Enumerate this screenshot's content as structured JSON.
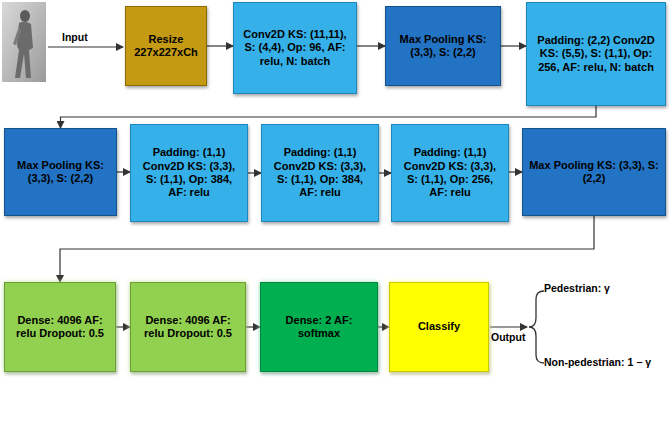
{
  "diagram": {
    "nodes": [
      {
        "text": [
          "Resize 227x227xCh"
        ]
      },
      {
        "text": [
          "Conv2D KS: (11,11), S: (4,4), Op: 96, AF: relu, N: batch"
        ]
      },
      {
        "text": [
          "Max Pooling KS: (3,3), S: (2,2)"
        ]
      },
      {
        "text": [
          "Padding: (2,2) Conv2D KS: (5,5), S: (1,1), Op: 256, AF: relu, N: batch"
        ]
      },
      {
        "text": [
          "Max Pooling KS: (3,3), S: (2,2)"
        ]
      },
      {
        "text": [
          "Padding: (1,1) Conv2D KS: (3,3), S: (1,1), Op: 384, AF: relu"
        ]
      },
      {
        "text": [
          "Padding: (1,1) Conv2D KS: (3,3), S: (1,1), Op: 384, AF: relu"
        ]
      },
      {
        "text": [
          "Padding: (1,1) Conv2D KS: (3,3), S: (1,1), Op: 256, AF: relu"
        ]
      },
      {
        "text": [
          "Max Pooling KS: (3,3), S: (2,2)"
        ]
      },
      {
        "text": [
          "Dense: 4096 AF: relu Dropout: 0.5"
        ]
      },
      {
        "text": [
          "Dense: 4096 AF: relu Dropout: 0.5"
        ]
      },
      {
        "text": [
          "Dense: 2 AF: softmax"
        ]
      },
      {
        "text": [
          "Classify"
        ]
      }
    ],
    "edges": [
      {
        "from": 0,
        "to": 1,
        "arrow": "to"
      },
      {
        "from": 1,
        "to": 2,
        "arrow": "to"
      },
      {
        "from": 2,
        "to": 3,
        "arrow": "to"
      },
      {
        "from": 3,
        "to": 4,
        "arrow": "to"
      },
      {
        "from": 4,
        "to": 5,
        "arrow": "to"
      },
      {
        "from": 5,
        "to": 6,
        "arrow": "to"
      },
      {
        "from": 6,
        "to": 7,
        "arrow": "to"
      },
      {
        "from": 7,
        "to": 8,
        "arrow": "to"
      },
      {
        "from": 8,
        "to": 9,
        "arrow": "to"
      },
      {
        "from": 9,
        "to": 10,
        "arrow": "to"
      },
      {
        "from": 10,
        "to": 11,
        "arrow": "to"
      },
      {
        "from": 11,
        "to": 12,
        "arrow": "to"
      }
    ],
    "labels": [
      "Input",
      "Output",
      "Pedestrian: γ",
      "Non-pedestrian: 1 − γ"
    ]
  }
}
